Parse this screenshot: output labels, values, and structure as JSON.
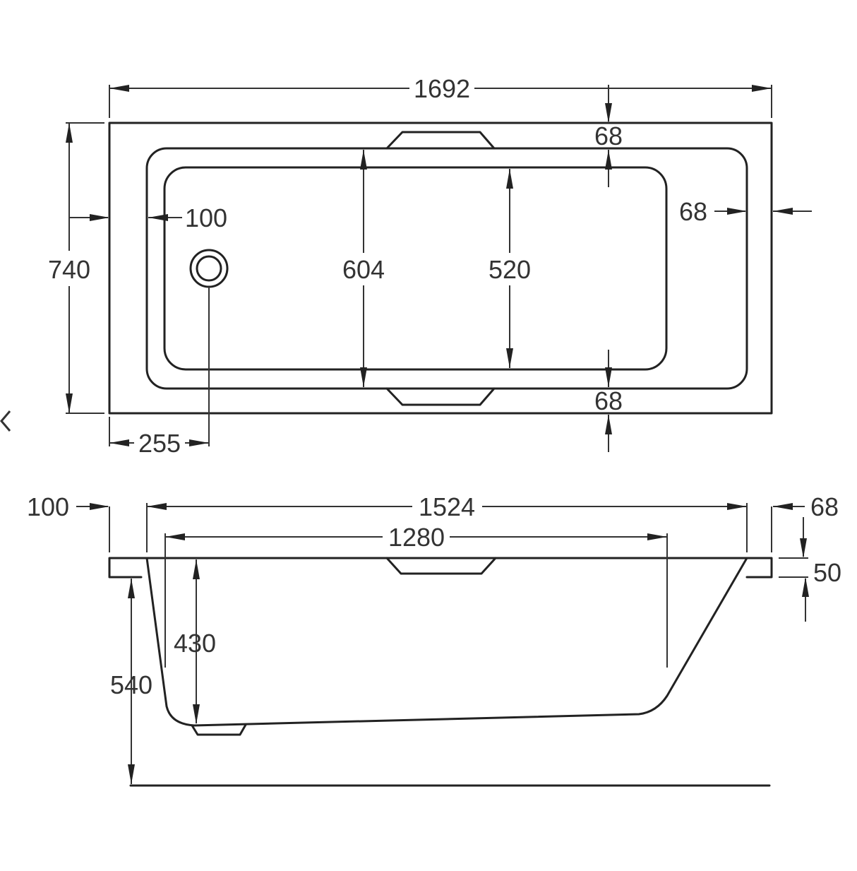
{
  "plan_view": {
    "overall_length": "1692",
    "overall_width": "740",
    "inner_width_rim": "604",
    "inner_width_base": "520",
    "rim_top": "68",
    "rim_bottom": "68",
    "rim_right": "68",
    "rim_left": "100",
    "waste_position": "255"
  },
  "side_view": {
    "rim_left": "100",
    "top_length": "1524",
    "base_length": "1280",
    "rim_right": "68",
    "rim_thickness": "50",
    "inner_depth": "430",
    "overall_height": "540"
  },
  "nav": {
    "prev_icon": "chevron-left-icon"
  }
}
